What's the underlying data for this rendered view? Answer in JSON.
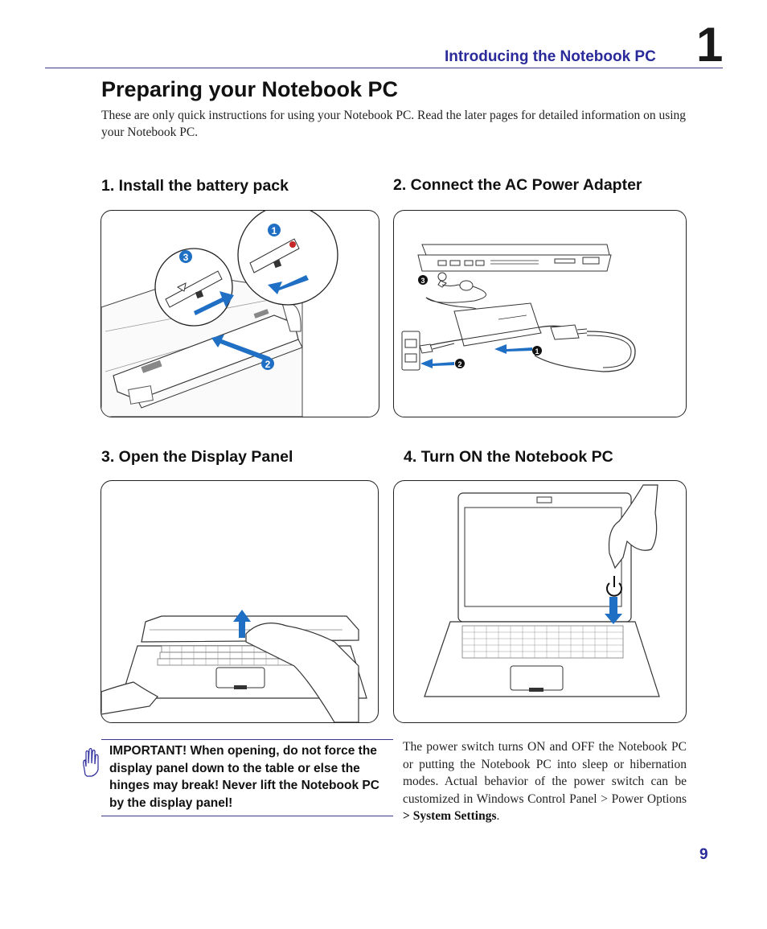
{
  "header": {
    "section_title": "Introducing the Notebook PC",
    "chapter_number": "1"
  },
  "page": {
    "title": "Preparing your Notebook PC",
    "intro": "These are only quick instructions for using your Notebook PC. Read the later pages for detailed information on using your Notebook PC.",
    "number": "9"
  },
  "steps": [
    {
      "heading": "1. Install the battery pack",
      "badges": [
        "1",
        "2",
        "3"
      ]
    },
    {
      "heading": "2. Connect the AC Power Adapter",
      "badges": [
        "1",
        "2",
        "3"
      ]
    },
    {
      "heading": "3. Open the Display Panel"
    },
    {
      "heading": "4. Turn ON the Notebook PC"
    }
  ],
  "important": {
    "icon": "hand-icon",
    "text": "IMPORTANT!  When opening, do not force the display panel down to the table or else the hinges may break! Never lift the Notebook PC by the display panel!"
  },
  "power_note": {
    "text_before": "The power switch turns ON and OFF the Notebook PC or putting the Notebook PC into sleep or hibernation modes. Actual behavior of the power switch can be customized in Windows Control Panel > Power Options ",
    "bold": "> System Settings",
    "text_after": "."
  },
  "colors": {
    "accent": "#2a2a9a",
    "arrow_blue": "#1f6fc4",
    "badge_blue": "#1f6fc4"
  }
}
